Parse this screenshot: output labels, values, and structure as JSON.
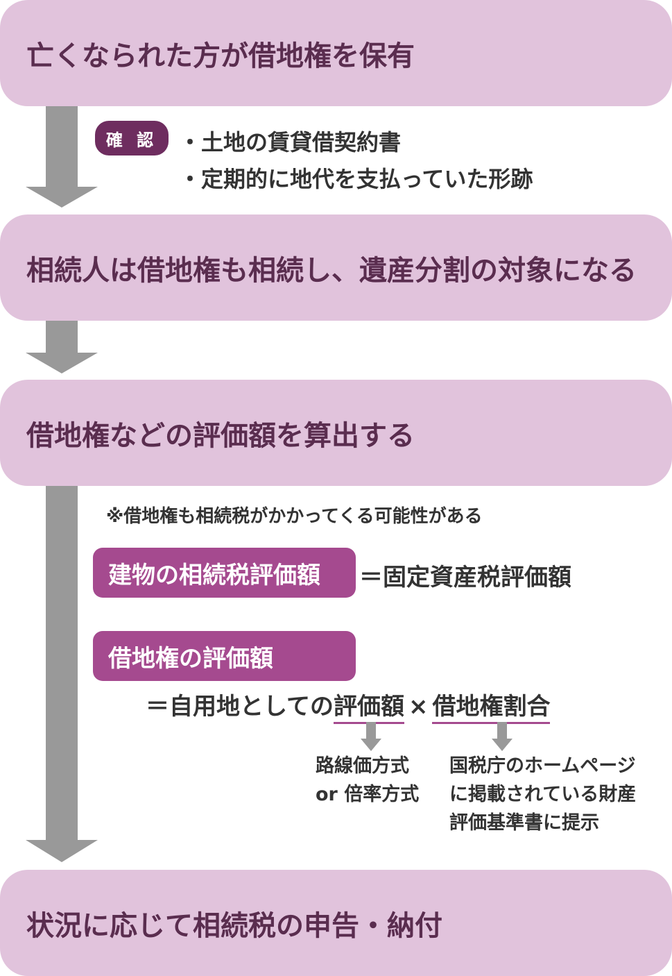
{
  "colors": {
    "step_background": "#e1c3dc",
    "step_text": "#5a2d4f",
    "badge_background": "#6e2d5f",
    "label_background": "#a54a8f",
    "arrow": "#999999"
  },
  "steps": [
    "亡くなられた方が借地権を保有",
    "相続人は借地権も相続し、遺産分割の対象になる",
    "借地権などの評価額を算出する",
    "状況に応じて相続税の申告・納付"
  ],
  "confirm": {
    "badge": "確 認",
    "items": [
      "・土地の賃貸借契約書",
      "・定期的に地代を支払っていた形跡"
    ]
  },
  "valuation": {
    "note": "※借地権も相続税がかかってくる可能性がある",
    "building_label": "建物の相続税評価額",
    "building_formula": "＝固定資産税評価額",
    "leasehold_label": "借地権の評価額",
    "formula_prefix": "＝自用地としての",
    "formula_term1": "評価額",
    "formula_times": "×",
    "formula_term2": "借地権割合",
    "term1_note_line1": "路線価方式",
    "term1_note_line2": "or 倍率方式",
    "term2_note_line1": "国税庁のホームページ",
    "term2_note_line2": "に掲載されている財産",
    "term2_note_line3": "評価基準書に提示"
  }
}
